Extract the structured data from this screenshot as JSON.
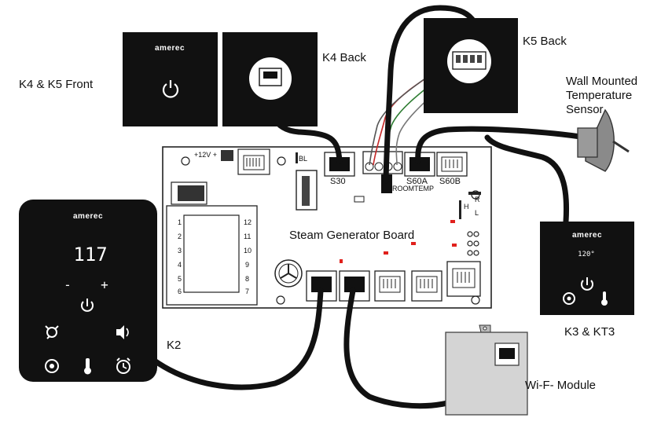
{
  "labels": {
    "k4_k5_front": "K4 & K5 Front",
    "k4_back": "K4 Back",
    "k5_back": "K5 Back",
    "sensor": [
      "Wall Mounted",
      "Temperature",
      "Sensor"
    ],
    "board": "Steam Generator Board",
    "k2": "K2",
    "k3_kt3": "K3 & KT3",
    "wifi": "Wi-F- Module"
  },
  "brand": "amerec",
  "ports": {
    "s30": "S30",
    "s60a": "S60A",
    "s60b": "S60B",
    "roomtemp": "ROOMTEMP",
    "bl": "BL",
    "power": "+12V +",
    "r": "R",
    "h": "H",
    "l": "L"
  },
  "k2_panel": {
    "display": "117",
    "minus": "-",
    "plus": "+"
  },
  "k3_panel": {
    "display": "120°"
  },
  "colors": {
    "panel": "#111111",
    "cable": "#111111",
    "board_outline": "#222222",
    "wifi_module": "#d4d4d4",
    "sensor": "#8a8a8a",
    "indicator": "#e0201c"
  },
  "icons": [
    "power-icon",
    "steam-icon",
    "speaker-icon",
    "aroma-icon",
    "thermometer-icon",
    "alarm-clock-icon",
    "rj45-jack-icon",
    "fan-icon"
  ]
}
